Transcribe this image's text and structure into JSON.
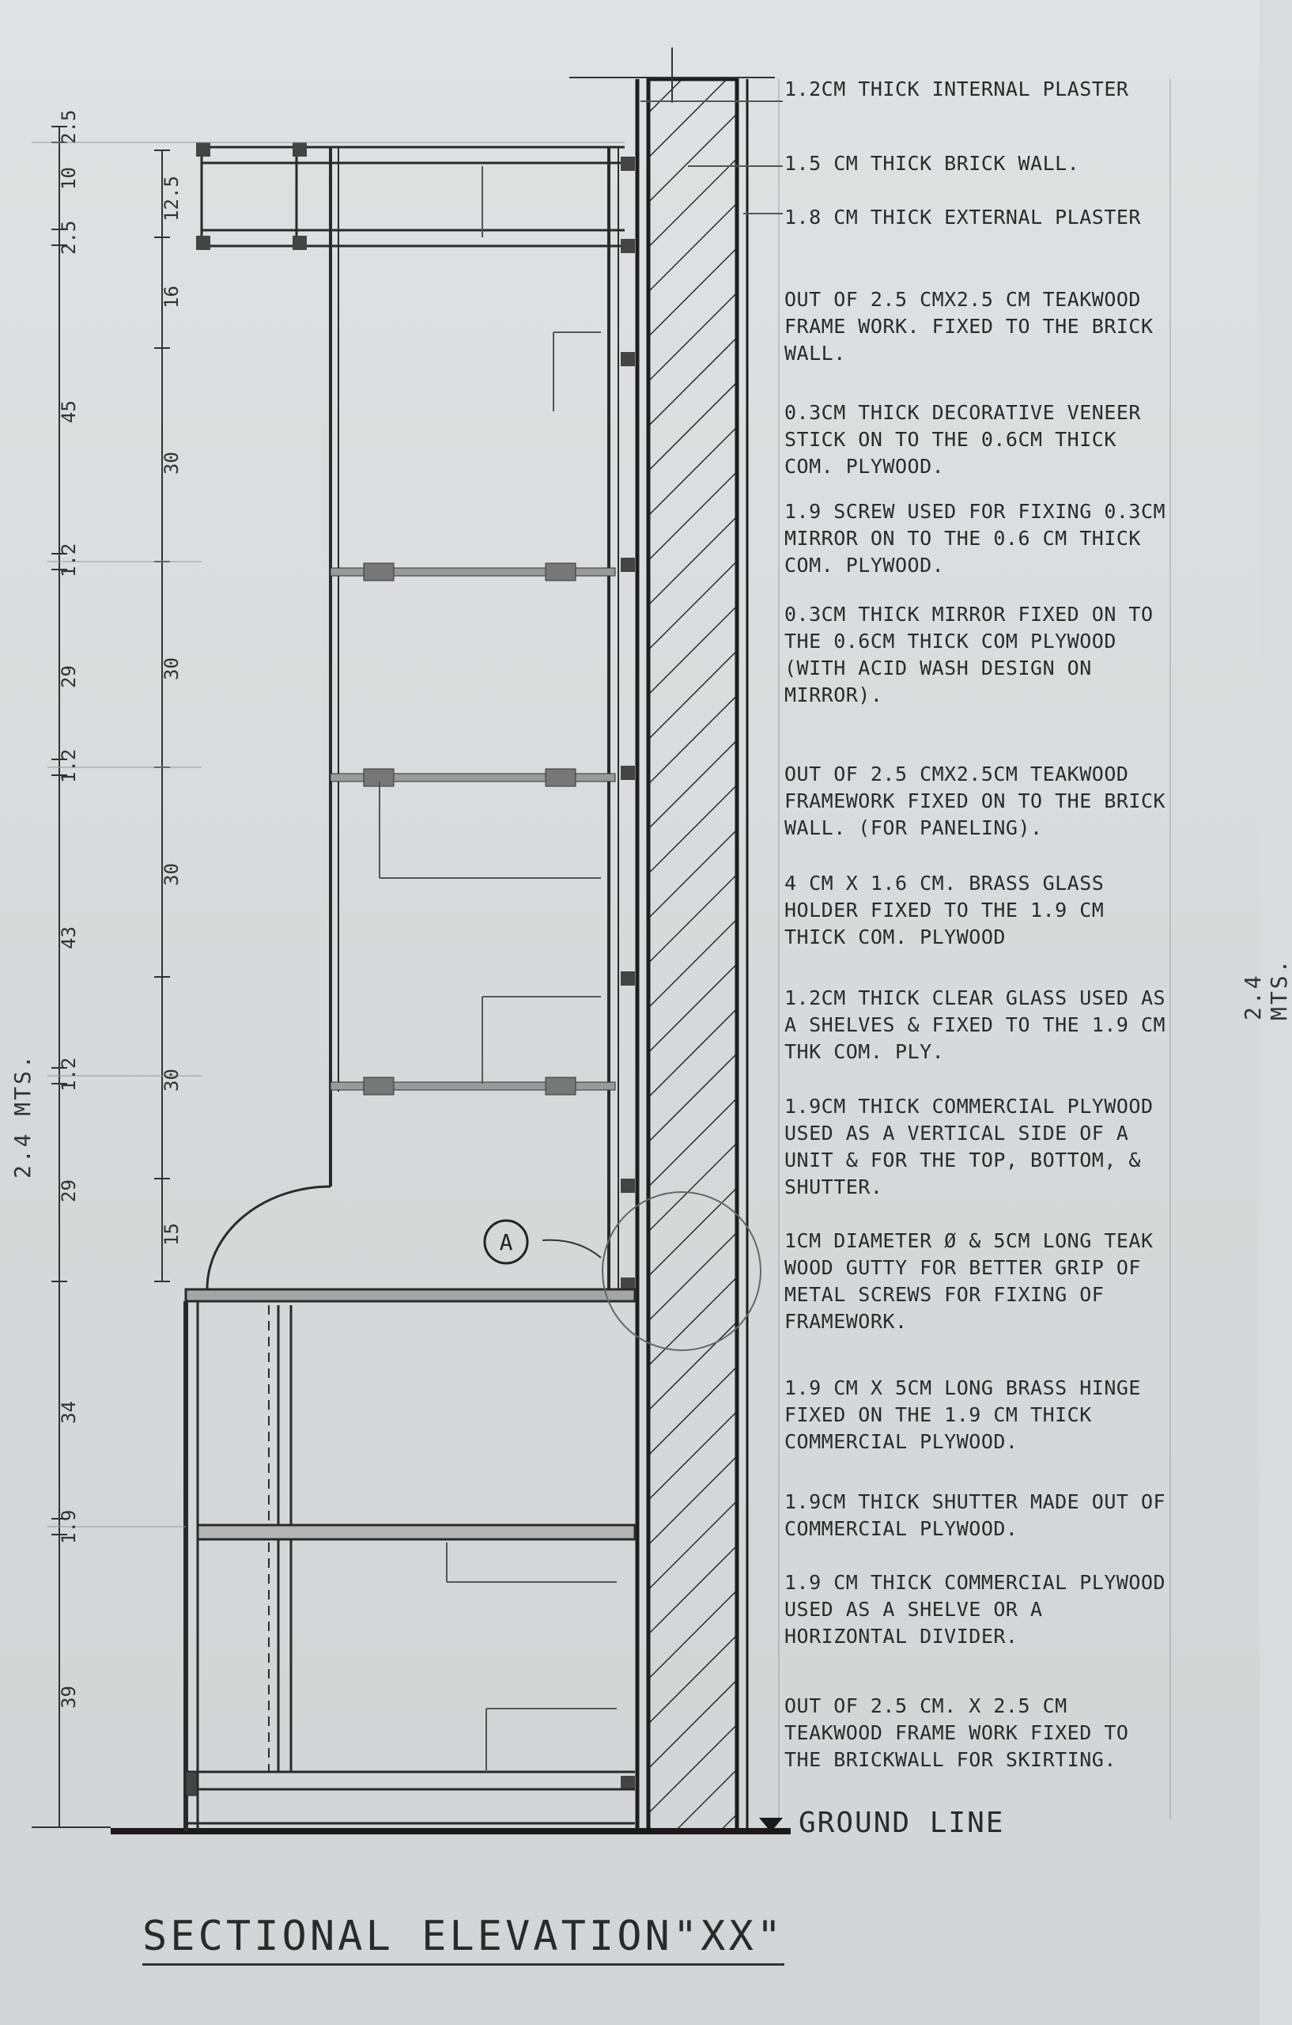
{
  "title": "SECTIONAL ELEVATION\"XX\"",
  "ground_label": "GROUND LINE",
  "overall_height_left": "2.4 MTS.",
  "overall_height_right": "2.4 MTS.",
  "callout_label": "A",
  "dims_outer": [
    "2.5",
    "10",
    "2.5",
    "45",
    "1.2",
    "29",
    "1.2",
    "43",
    "1.2",
    "29",
    "34",
    "1.9",
    "39"
  ],
  "dims_inner": [
    "12.5",
    "16",
    "30",
    "30",
    "30",
    "30",
    "15"
  ],
  "notes": [
    "1.2CM THICK INTERNAL PLASTER",
    "1.5 CM THICK BRICK WALL.",
    "1.8 CM THICK EXTERNAL PLASTER",
    "OUT OF 2.5 CMX2.5 CM TEAKWOOD FRAME WORK. FIXED TO THE BRICK WALL.",
    "0.3CM THICK DECORATIVE VENEER STICK ON TO THE 0.6CM THICK COM. PLYWOOD.",
    "1.9 SCREW USED FOR FIXING 0.3CM MIRROR ON TO THE 0.6 CM THICK COM. PLYWOOD.",
    "0.3CM THICK MIRROR FIXED ON TO THE 0.6CM THICK COM PLYWOOD (WITH ACID WASH DESIGN ON MIRROR).",
    "OUT OF 2.5 CMX2.5CM TEAKWOOD FRAMEWORK FIXED ON TO THE BRICK WALL. (FOR PANELING).",
    "4 CM X 1.6 CM. BRASS GLASS HOLDER FIXED TO THE 1.9 CM THICK COM. PLYWOOD",
    "1.2CM THICK CLEAR GLASS USED AS A SHELVES & FIXED TO THE 1.9 CM THK COM. PLY.",
    "1.9CM THICK COMMERCIAL PLYWOOD USED AS A VERTICAL SIDE OF A UNIT & FOR THE TOP, BOTTOM, & SHUTTER.",
    "1CM DIAMETER Ø & 5CM LONG TEAK WOOD GUTTY FOR BETTER GRIP OF METAL SCREWS FOR FIXING OF FRAMEWORK.",
    "1.9 CM X 5CM LONG BRASS HINGE FIXED ON THE 1.9 CM THICK COMMERCIAL PLYWOOD.",
    "1.9CM THICK SHUTTER MADE OUT OF COMMERCIAL PLYWOOD.",
    "1.9 CM THICK COMMERCIAL PLYWOOD USED AS A SHELVE OR A HORIZONTAL DIVIDER.",
    "OUT OF 2.5 CM. X 2.5 CM TEAKWOOD FRAME WORK FIXED TO THE BRICKWALL FOR SKIRTING."
  ]
}
